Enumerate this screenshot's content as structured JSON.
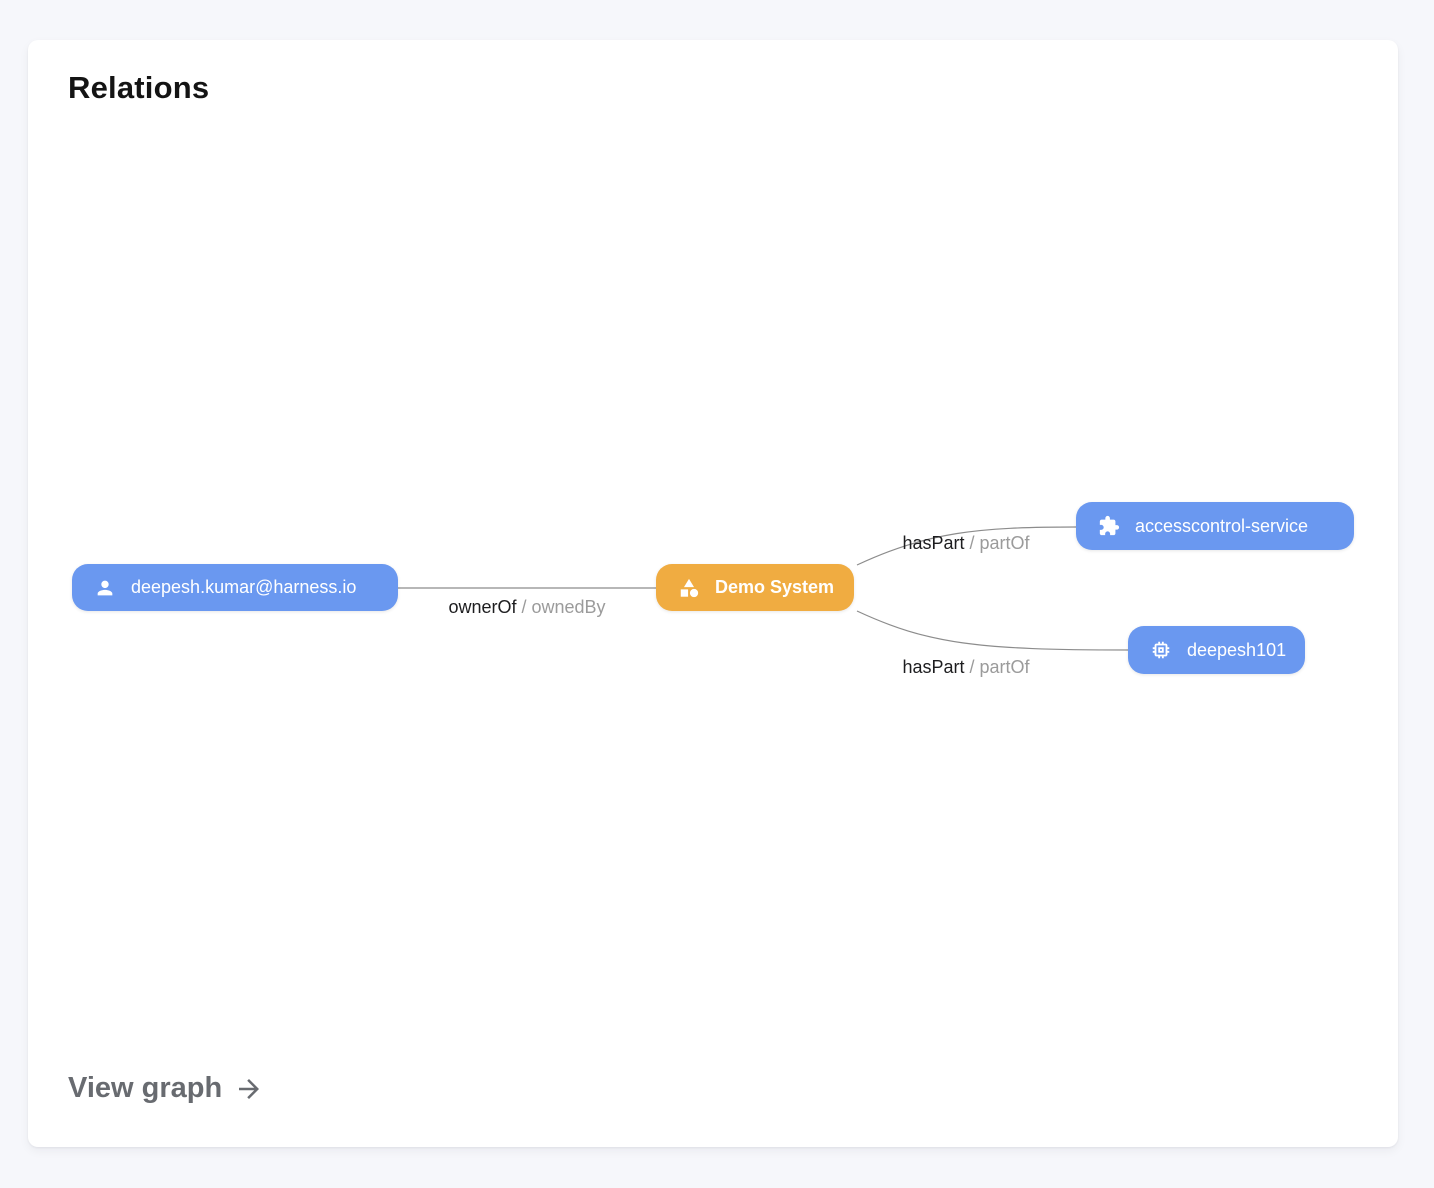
{
  "card": {
    "title": "Relations",
    "footer_link": {
      "label": "View graph"
    }
  },
  "graph": {
    "nodes": [
      {
        "id": "user",
        "label": "deepesh.kumar@harness.io",
        "icon": "person-icon",
        "color": "#6A98F0"
      },
      {
        "id": "system",
        "label": "Demo System",
        "icon": "category-icon",
        "color": "#F0AC41"
      },
      {
        "id": "service",
        "label": "accesscontrol-service",
        "icon": "extension-icon",
        "color": "#6A98F0"
      },
      {
        "id": "component",
        "label": "deepesh101",
        "icon": "memory-icon",
        "color": "#6A98F0"
      }
    ],
    "edges": [
      {
        "from": "user",
        "to": "system",
        "forward": "ownerOf",
        "separator": "/",
        "reverse": "ownedBy"
      },
      {
        "from": "system",
        "to": "service",
        "forward": "hasPart",
        "separator": "/",
        "reverse": "partOf"
      },
      {
        "from": "system",
        "to": "component",
        "forward": "hasPart",
        "separator": "/",
        "reverse": "partOf"
      }
    ]
  },
  "colors": {
    "page_background": "#F6F7FB",
    "card_background": "#FFFFFF",
    "node_blue": "#6A98F0",
    "node_orange": "#F0AC41",
    "edge_line": "#8C8C8C",
    "edge_label_primary": "#1D1D1F",
    "edge_label_secondary": "#9B9B9B",
    "view_graph_link": "#686B70"
  }
}
